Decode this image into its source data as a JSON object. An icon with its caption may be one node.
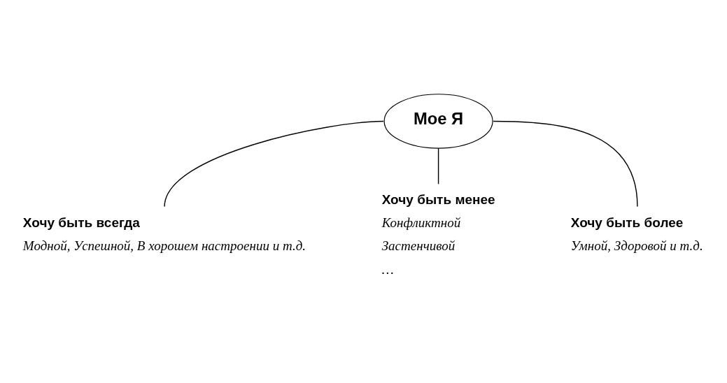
{
  "diagram": {
    "nodes": [
      {
        "text": [
          "Мое Я"
        ]
      },
      {
        "text": [
          "Хочу быть всегда"
        ],
        "beside": [
          "Модной, Успешной, В хорошем настроении и т.д."
        ]
      },
      {
        "text": [
          "Хочу быть более"
        ],
        "beside": [
          "Умной, Здоровой и т.д."
        ]
      },
      {
        "text": [
          "Хочу быть менее"
        ],
        "beside": [
          "Конфликтной",
          "Застенчивой",
          "…"
        ]
      }
    ],
    "edges": [
      {
        "from": 0,
        "to": 1,
        "arrow": "none"
      },
      {
        "from": 0,
        "to": 2,
        "arrow": "none"
      },
      {
        "from": 0,
        "to": 3,
        "arrow": "none"
      }
    ]
  }
}
